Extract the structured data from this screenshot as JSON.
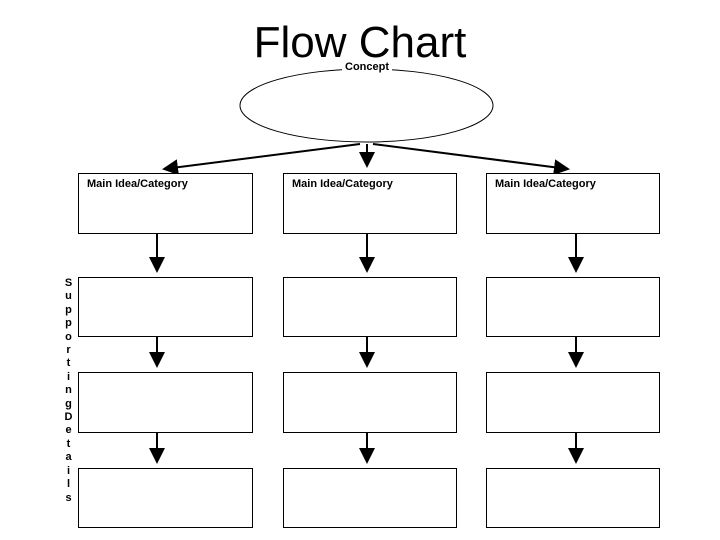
{
  "slide": {
    "title": "Flow Chart",
    "concept": {
      "label": "Concept"
    },
    "columns": [
      {
        "main_label": "Main Idea/Category"
      },
      {
        "main_label": "Main Idea/Category"
      },
      {
        "main_label": "Main Idea/Category"
      }
    ],
    "vertical_label": "Supporting Details",
    "colors": {
      "ink": "#000000",
      "background": "#ffffff"
    }
  }
}
